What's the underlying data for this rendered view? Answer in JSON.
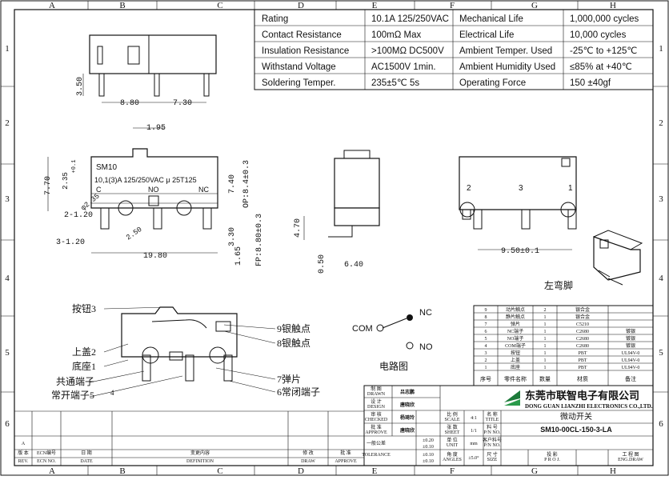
{
  "frame": {
    "cols": [
      "A",
      "B",
      "C",
      "D",
      "E",
      "F",
      "G",
      "H"
    ],
    "rows": [
      "1",
      "2",
      "3",
      "4",
      "5",
      "6"
    ]
  },
  "spec_table": [
    {
      "label": "Rating",
      "value": "10.1A  125/250VAC",
      "label2": "Mechanical Life",
      "value2": "1,000,000 cycles"
    },
    {
      "label": "Contact Resistance",
      "value": "100mΩ  Max",
      "label2": "Electrical Life",
      "value2": "10,000 cycles"
    },
    {
      "label": "Insulation Resistance",
      "value": ">100MΩ DC500V",
      "label2": "Ambient Temper. Used",
      "value2": "-25℃ to +125℃"
    },
    {
      "label": "Withstand Voltage",
      "value": "AC1500V  1min.",
      "label2": "Ambient Humidity Used",
      "value2": "≤85% at +40℃"
    },
    {
      "label": "Soldering Temper.",
      "value": "235±5℃ 5s",
      "label2": "Operating Force",
      "value2": "150 ±40gf"
    }
  ],
  "dims": {
    "top_350": "3.50",
    "top_880": "8.80",
    "top_730": "7.30",
    "d195": "1.95",
    "d770": "7.70",
    "d235": "2.35",
    "d235_tol": "+0.1",
    "d740": "7.40",
    "op": "OP:8.4±0.3",
    "d120": "2-1.20",
    "d230": "3-1.20",
    "d250": "2.50",
    "d330": "3.30",
    "d165": "1.65",
    "d1980": "19.80",
    "fp": "FP:8.80±0.3",
    "d470": "4.70",
    "d050": "0.50",
    "d640": "6.40",
    "d950": "9.50±0.1",
    "phi": "φ2.35"
  },
  "front_marks": {
    "brand": "SM10",
    "rating": "10,1(3)A 125/250VAC μ 25T125",
    "c": "C",
    "no": "NO",
    "nc": "NC"
  },
  "right_terminals": [
    "2",
    "3",
    "1"
  ],
  "left_bend_label": "左弯脚",
  "exploded": {
    "left": [
      "按钮3",
      "上盖2",
      "底座1",
      "共通端子",
      "常开端子5"
    ],
    "right": [
      "9银触点",
      "8银触点",
      "7弹片",
      "6常闭端子"
    ],
    "left_extra": "4"
  },
  "circuit": {
    "com": "COM",
    "nc": "NC",
    "no": "NO",
    "caption": "电路图"
  },
  "bom": {
    "headers": [
      "序号",
      "零件名称",
      "数量",
      "材质",
      "备注"
    ],
    "rows": [
      [
        "9",
        "动片触点",
        "2",
        "银合金",
        ""
      ],
      [
        "8",
        "静片触点",
        "1",
        "银合金",
        ""
      ],
      [
        "7",
        "弹片",
        "1",
        "C5210",
        ""
      ],
      [
        "6",
        "NC端子",
        "1",
        "C2680",
        "镀银"
      ],
      [
        "5",
        "NO端子",
        "1",
        "C2680",
        "镀银"
      ],
      [
        "4",
        "COM端子",
        "1",
        "C2680",
        "镀银"
      ],
      [
        "3",
        "按钮",
        "1",
        "PBT",
        "UL94V-0"
      ],
      [
        "2",
        "上盖",
        "1",
        "PBT",
        "UL94V-0"
      ],
      [
        "1",
        "底座",
        "1",
        "PBT",
        "UL94V-0"
      ]
    ]
  },
  "title_block": {
    "company_cn": "东莞市联智电子有限公司",
    "company_en": "DONG GUAN LIANZHI ELECTRONICS CO.,LTD.",
    "title": "微动开关",
    "part_no": "SM10-00CL-150-3-LA",
    "drawn_label": "制 图",
    "drawn_en": "DRAWN",
    "drawn_by": "吕志鹏",
    "design_label": "设 计",
    "design_en": "DESIGN",
    "design_by": "唐晓欣",
    "check_label": "审 核",
    "check_en": "CHECKED",
    "check_by": "杨琦玲",
    "approve_label": "批 准",
    "approve_en": "APPROVE",
    "approve_by": "唐晓欣",
    "scale_label": "比 例",
    "scale_en": "SCALE",
    "scale": "4:1",
    "sheet_label": "张 数",
    "sheet_en": "SHEET",
    "sheet": "1/1",
    "unit_label": "单 位",
    "unit_en": "UNIT",
    "unit": "mm",
    "angle_label": "角 度",
    "angle_en": "ANGLES",
    "angle": "±5.0°",
    "name_label": "名 称",
    "name_en": "TITLE",
    "pn_label": "料 号",
    "pn_en": "P/N NO.",
    "cust_label": "客户料号",
    "cust_en": "P/N NO.",
    "size_label": "尺 寸",
    "size_en": "SIZE",
    "proj_label": "投 影",
    "proj_en": "P R O J.",
    "tolerance_label": "一般公差",
    "tolerance_en": "TOLERANCE",
    "tol": [
      "±0.20",
      "±0.10",
      "±0.10",
      "±0.10"
    ],
    "eng_label": "工 程 图",
    "eng_en": "ENG.DRAW",
    "rev_headers": [
      "版 本",
      "ECN编号",
      "日 期",
      "变更内容",
      "修 改",
      "批 准"
    ],
    "rev_headers_en": [
      "REV.",
      "ECN NO.",
      "DATE",
      "DEFINITION",
      "DRAW",
      "APPROVE"
    ],
    "rev_a": "A"
  }
}
